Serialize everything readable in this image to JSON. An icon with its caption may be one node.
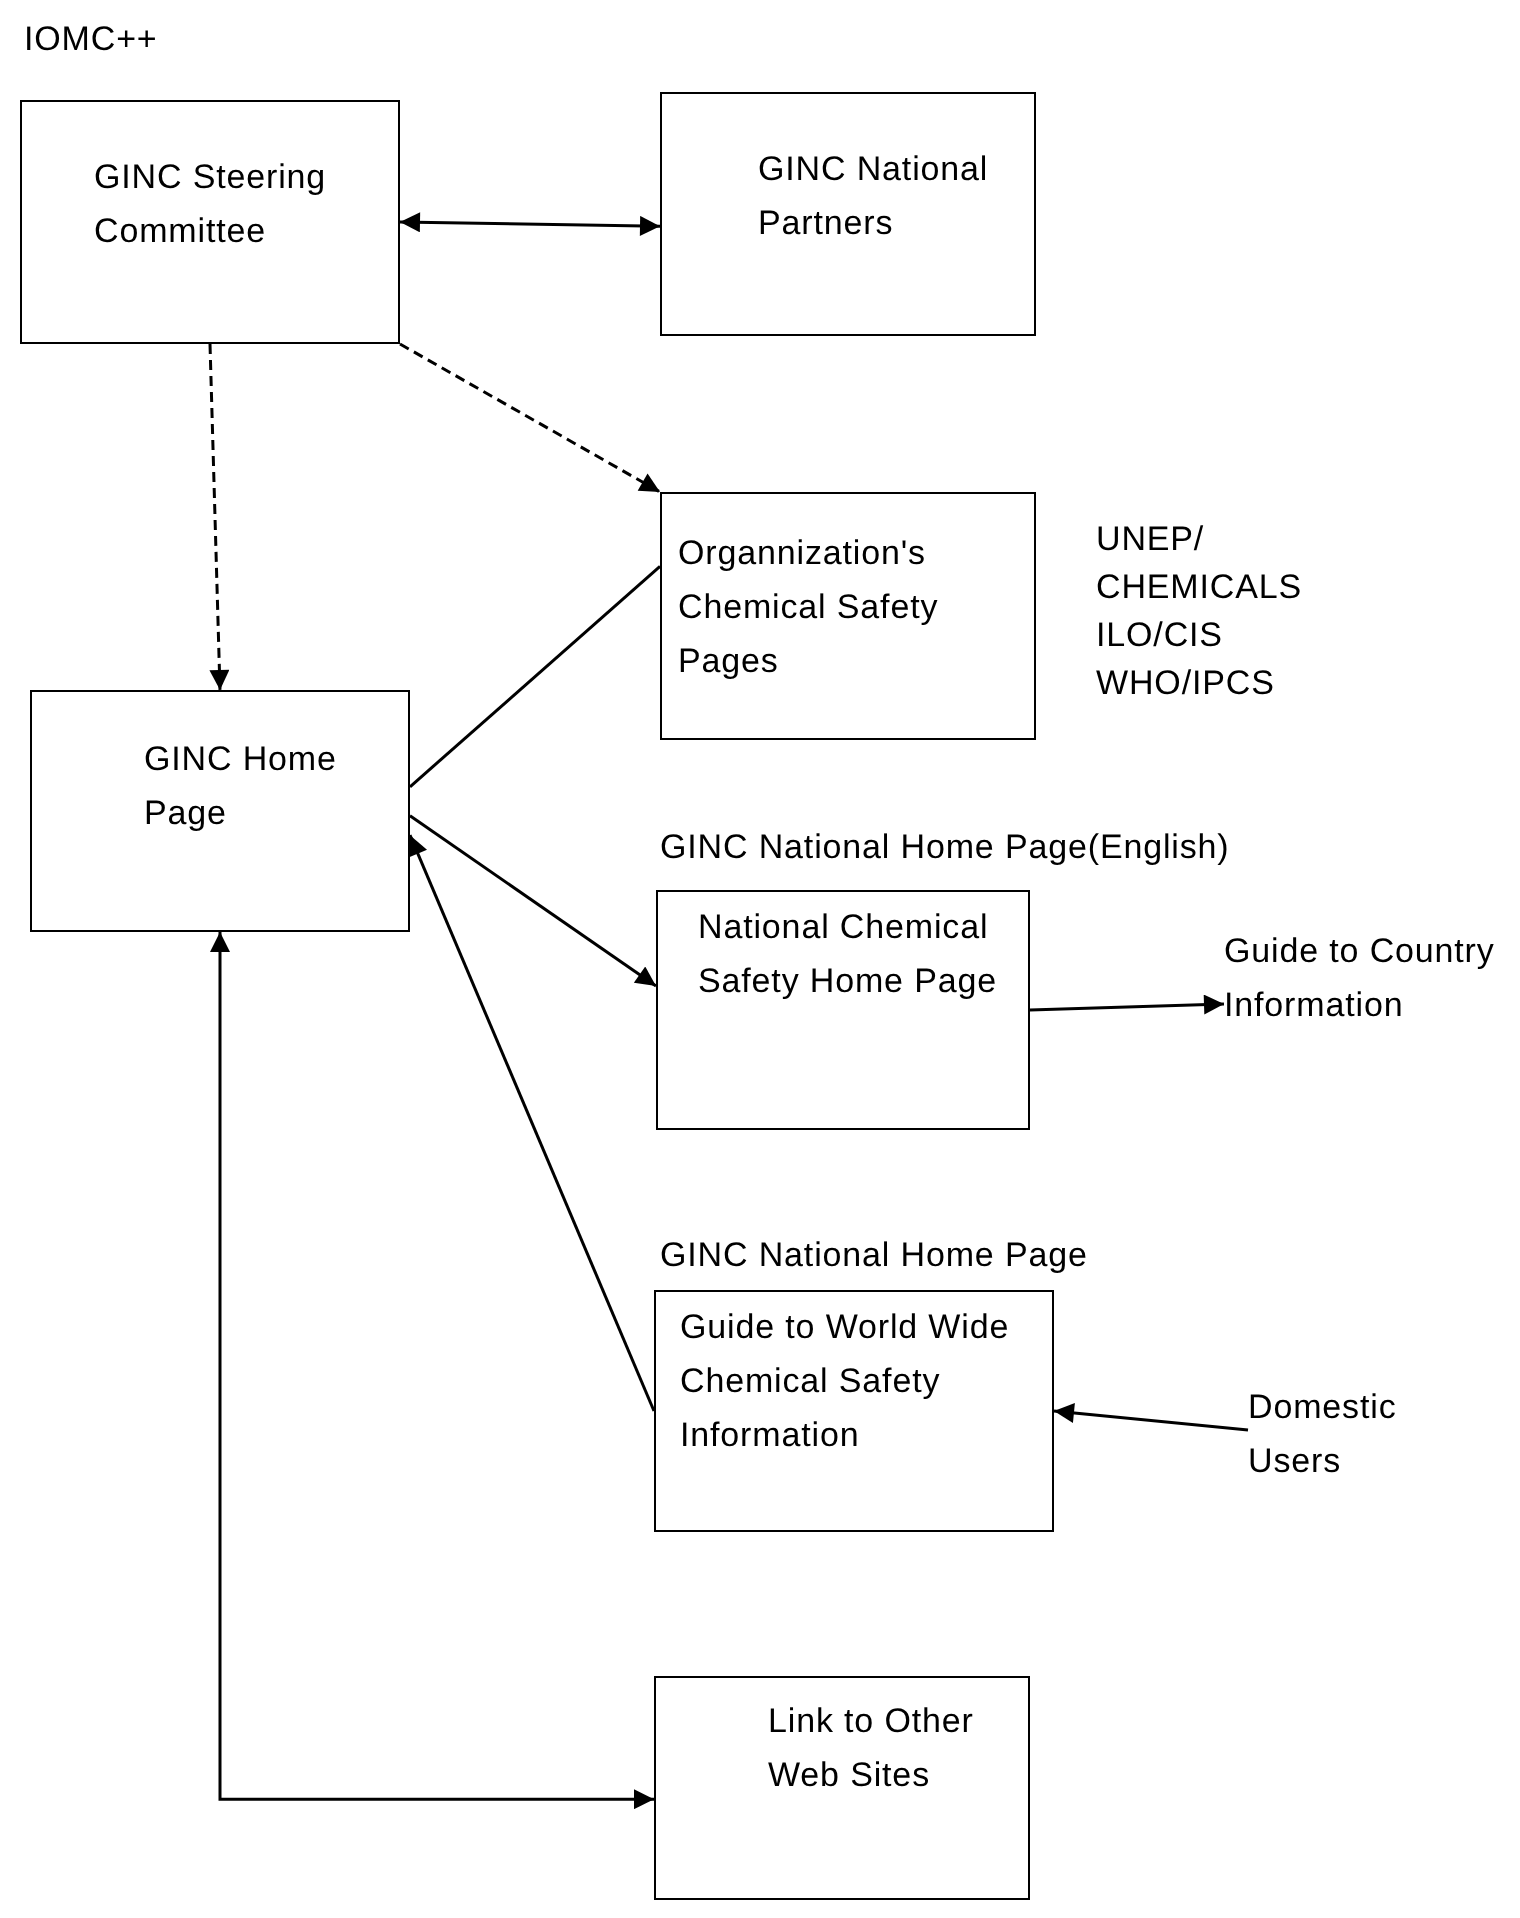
{
  "diagram": {
    "nodes": [
      {
        "text": [
          "GINC Steering Committee"
        ],
        "beside": [
          "IOMC++"
        ]
      },
      {
        "text": [
          "GINC National Partners"
        ]
      },
      {
        "text": [
          "Organnization's Chemical Safety Pages"
        ],
        "beside": [
          "UNEP/ CHEMICALS",
          "ILO/CIS",
          "WHO/IPCS"
        ]
      },
      {
        "text": [
          "GINC Home Page"
        ]
      },
      {
        "text": [
          "National Chemical Safety Home Page"
        ],
        "beside": [
          "GINC National Home Page(English)"
        ]
      },
      {
        "text": [
          "Guide to Country Information"
        ]
      },
      {
        "text": [
          "Guide to World Wide Chemical Safety Information"
        ],
        "beside": [
          "GINC National Home Page"
        ]
      },
      {
        "text": [
          "Domestic Users"
        ]
      },
      {
        "text": [
          "Link to Other Web Sites"
        ]
      }
    ],
    "edges": [
      {
        "from": 0,
        "to": 1,
        "arrow": "both"
      },
      {
        "from": 0,
        "to": 2,
        "arrow": "to",
        "style": "dashed"
      },
      {
        "from": 0,
        "to": 3,
        "arrow": "to",
        "style": "dashed"
      },
      {
        "from": 3,
        "to": 2,
        "arrow": "none"
      },
      {
        "from": 3,
        "to": 4,
        "arrow": "to"
      },
      {
        "from": 4,
        "to": 5,
        "arrow": "to"
      },
      {
        "from": 6,
        "to": 3,
        "arrow": "to"
      },
      {
        "from": 7,
        "to": 6,
        "arrow": "to"
      },
      {
        "from": 3,
        "to": 8,
        "arrow": "both"
      }
    ]
  }
}
